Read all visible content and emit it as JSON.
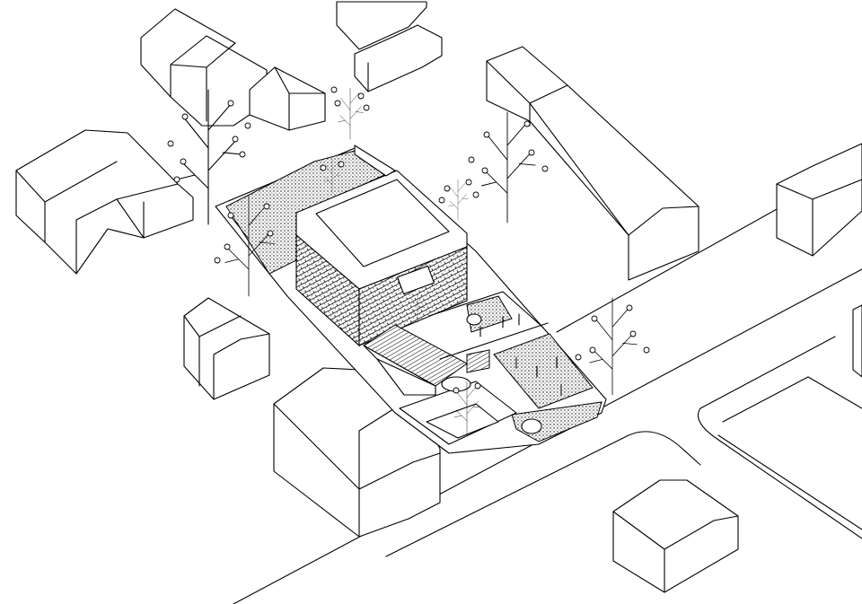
{
  "colors": {
    "ink": "#000000",
    "paper": "#ffffff"
  },
  "scene": [
    "houses",
    "trees",
    "courtyard",
    "street"
  ]
}
